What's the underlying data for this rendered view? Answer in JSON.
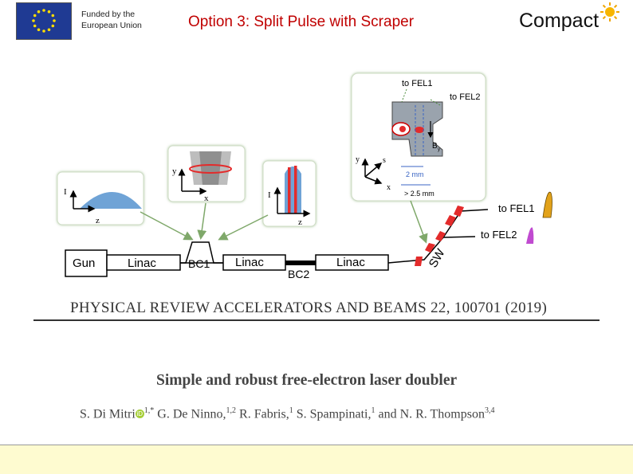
{
  "header": {
    "funded_line1": "Funded by the",
    "funded_line2": "European Union",
    "title": "Option 3: Split Pulse with Scraper",
    "logo": "Compact",
    "eu_flag_icon": "eu-flag-icon",
    "sun_icon": "sun-icon",
    "title_color": "#c00000"
  },
  "diagram": {
    "blocks": {
      "gun": "Gun",
      "linac1": "Linac",
      "bc1": "BC1",
      "linac2": "Linac",
      "bc2": "BC2",
      "linac3": "Linac",
      "sw": "SW"
    },
    "outputs": {
      "fel1": "to FEL1",
      "fel2": "to FEL2"
    },
    "inset_profile": {
      "axis_i": "I",
      "axis_z": "z"
    },
    "inset_bc1": {
      "axis_y": "y",
      "axis_x": "x"
    },
    "inset_slices": {
      "axis_i": "I",
      "axis_z": "z"
    },
    "inset_scraper": {
      "to_fel1": "to FEL1",
      "to_fel2": "to FEL2",
      "field": "B",
      "field_sub": "y",
      "axis_y": "y",
      "axis_s": "s",
      "axis_x": "x",
      "gap1": "2 mm",
      "gap2": "> 2.5 mm"
    }
  },
  "paper": {
    "journal": "PHYSICAL REVIEW ACCELERATORS AND BEAMS 22, 100701 (2019)",
    "title": "Simple and robust free-electron laser doubler",
    "authors": {
      "a1": "S. Di Mitri",
      "a1_sup": "1,*",
      "a2": "G. De Ninno,",
      "a2_sup": "1,2",
      "a3": "R. Fabris,",
      "a3_sup": "1",
      "a4": "S. Spampinati,",
      "a4_sup": "1",
      "a5": "and N. R. Thompson",
      "a5_sup": "3,4"
    },
    "orcid_icon": "orcid-icon"
  }
}
